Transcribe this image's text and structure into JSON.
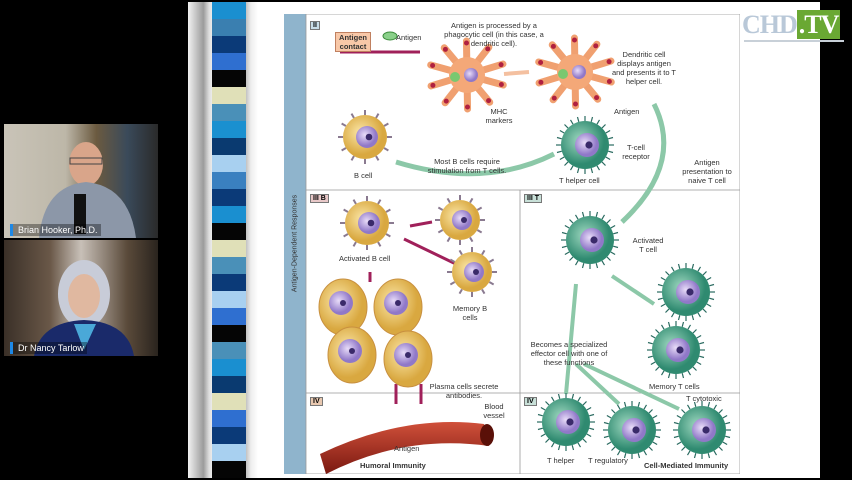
{
  "participants": [
    {
      "name": "Brian Hooker, Ph.D."
    },
    {
      "name": "Dr Nancy Tarlow"
    }
  ],
  "logo": {
    "text_a": "CHD",
    "text_b": ".TV"
  },
  "slide": {
    "stripe_colors": [
      "#1a8fd0",
      "#3a7fb0",
      "#0b3a78",
      "#2f6fd0",
      "#050505",
      "#e0e0b8",
      "#4a90b8",
      "#1a90d0",
      "#0a3a70",
      "#a8d0f0",
      "#3a80c0",
      "#0b3a78",
      "#1a8fd0",
      "#050505",
      "#e0e0b8",
      "#4a90b8",
      "#0b3a78",
      "#a8d0f0",
      "#2f6fd0",
      "#050505",
      "#4a90b8",
      "#1a8fd0",
      "#0a3a70",
      "#e0e0b8",
      "#2f6fd0",
      "#0b3a78",
      "#a8d0f0",
      "#050505"
    ],
    "side_label": "Antigen-Dependent Responses",
    "panel2": {
      "tag": "II",
      "antigen_contact": "Antigen contact",
      "antigen_legend": "Antigen",
      "title": "Antigen is processed by a phagocytic cell (in this case, a dendritic cell).",
      "mhc": "MHC markers",
      "dendritic": "Dendritic cell displays antigen and presents it to T helper cell.",
      "antigen": "Antigen",
      "tcell_receptor": "T-cell receptor",
      "t_helper": "T helper cell",
      "b_cell": "B cell",
      "most_b": "Most B cells require stimulation from T cells.",
      "presentation": "Antigen presentation to naive T cell"
    },
    "panel3b": {
      "tag": "III B",
      "activated_b": "Activated B cell",
      "memory_b": "Memory B cells",
      "plasma": "Plasma cells secrete antibodies."
    },
    "panel3t": {
      "tag": "III T",
      "activated_t": "Activated T cell",
      "becomes": "Becomes a specialized effector cell with one of these functions",
      "memory_t": "Memory T cells"
    },
    "panel4l": {
      "tag": "IV",
      "blood": "Blood vessel",
      "antigen": "Antigen",
      "title": "Humoral Immunity"
    },
    "panel4r": {
      "tag": "IV",
      "t_cytotoxic": "T cytotoxic",
      "t_helper": "T helper",
      "t_regulatory": "T regulatory",
      "title": "Cell-Mediated Immunity"
    }
  }
}
